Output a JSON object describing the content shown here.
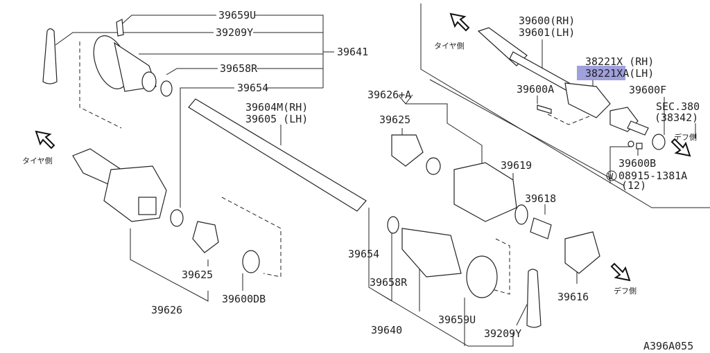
{
  "diagram_code": "A396A055",
  "highlight_color": "#8e8fd6",
  "side_labels": {
    "tire_side": "タイヤ側",
    "diff_side": "デフ側"
  },
  "labels": {
    "l39659U_top": "39659U",
    "l39209Y_top": "39209Y",
    "l39641": "39641",
    "l39658R_top": "39658R",
    "l39654_top": "39654",
    "l39604M": "39604M(RH)",
    "l39605": "39605 (LH)",
    "l39626A": "39626+A",
    "l39625_top": "39625",
    "l39619": "39619",
    "l39618": "39618",
    "l39654_bot": "39654",
    "l39658R_bot": "39658R",
    "l39640": "39640",
    "l39659U_bot": "39659U",
    "l39209Y_bot": "39209Y",
    "l39625_bot": "39625",
    "l39600DB": "39600DB",
    "l39626": "39626",
    "l39616": "39616",
    "l39600RH": "39600(RH)",
    "l39601LH": "39601(LH)",
    "l38221X": "38221X  (RH)",
    "l38221XA_a": "38221X",
    "l38221XA_b": "A(LH)",
    "l39600A": "39600A",
    "l39600F": "39600F",
    "lSEC380": "SEC.380",
    "l38342": "(38342)",
    "l39600B": "39600B",
    "lW": "W",
    "l08915": "08915-1381A",
    "l12": "(12)"
  }
}
